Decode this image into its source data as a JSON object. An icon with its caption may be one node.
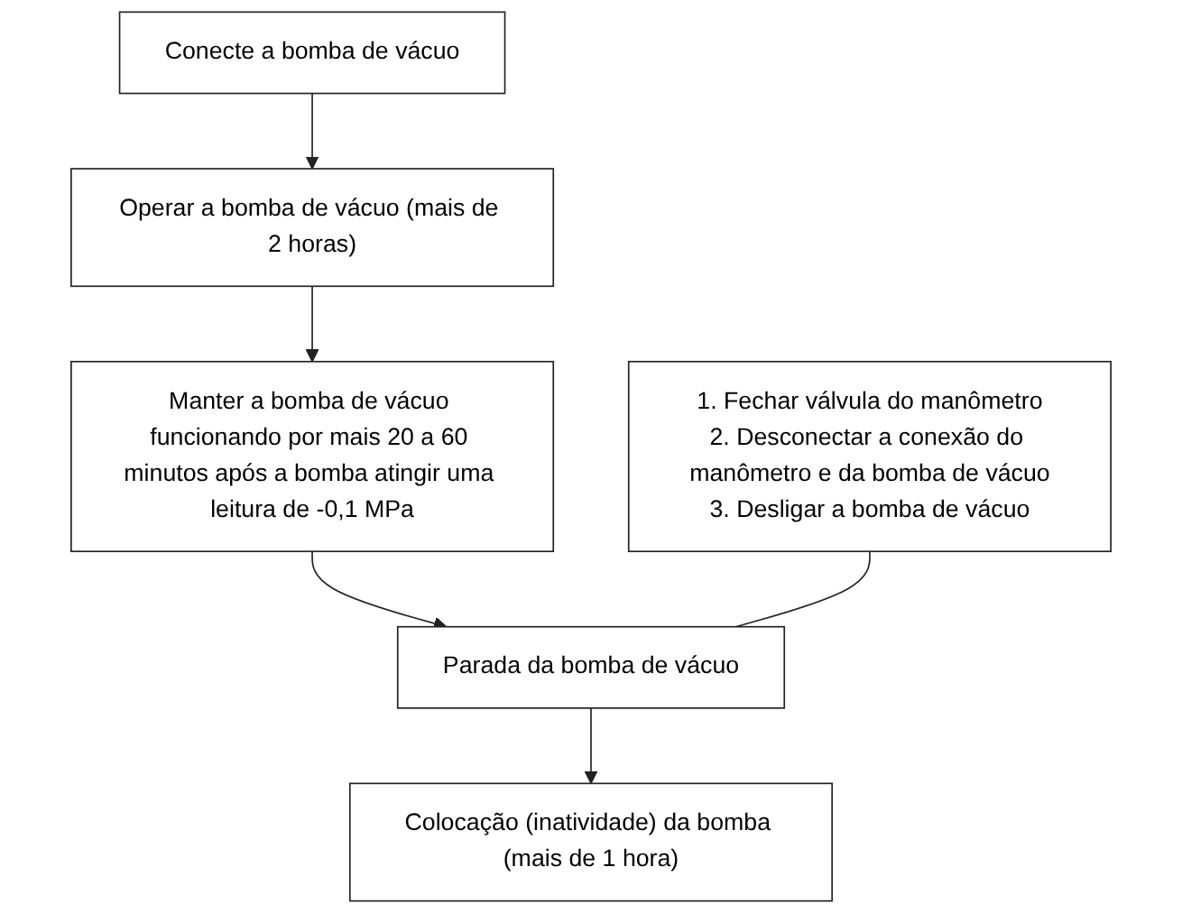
{
  "diagram": {
    "nodes": [
      {
        "text": [
          "Conecte a bomba de vácuo"
        ]
      },
      {
        "text": [
          "Operar a bomba de vácuo (mais de 2 horas)"
        ]
      },
      {
        "text": [
          "Manter a bomba de vácuo funcionando por mais 20 a 60 minutos após a bomba atingir uma leitura de -0,1 MPa"
        ]
      },
      {
        "text": [
          "Parada da bomba de vácuo"
        ]
      },
      {
        "text": [
          "Colocação (inatividade) da bomba (mais de 1 hora)"
        ]
      },
      {
        "text": [
          "1. Fechar válvula do manômetro",
          "2. Desconectar a conexão do manômetro e da bomba de vácuo",
          "3. Desligar a bomba de vácuo"
        ]
      }
    ],
    "edges": [
      {
        "from": 0,
        "to": 1,
        "arrow": "to"
      },
      {
        "from": 1,
        "to": 2,
        "arrow": "to"
      },
      {
        "from": 2,
        "to": 3,
        "arrow": "to"
      },
      {
        "from": 3,
        "to": 4,
        "arrow": "to"
      },
      {
        "from": 5,
        "to": 3,
        "arrow": "none"
      }
    ]
  }
}
